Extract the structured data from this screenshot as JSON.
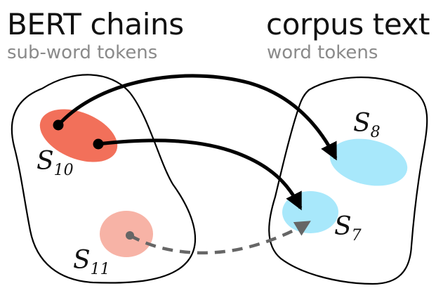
{
  "left_panel": {
    "title": "BERT chains",
    "subtitle": "sub-word tokens",
    "set_a": {
      "symbol": "S",
      "subscript": "10",
      "color": "#f2705a"
    },
    "set_b": {
      "symbol": "S",
      "subscript": "11",
      "color": "#f7b3a6"
    }
  },
  "right_panel": {
    "title": "corpus text",
    "subtitle": "word tokens",
    "set_a": {
      "symbol": "S",
      "subscript": "8",
      "color": "#a8e8fb"
    },
    "set_b": {
      "symbol": "S",
      "subscript": "7",
      "color": "#a8e8fb"
    }
  },
  "colors": {
    "solid_arrow": "#000000",
    "dashed_arrow": "#666666",
    "outline": "#000000"
  }
}
